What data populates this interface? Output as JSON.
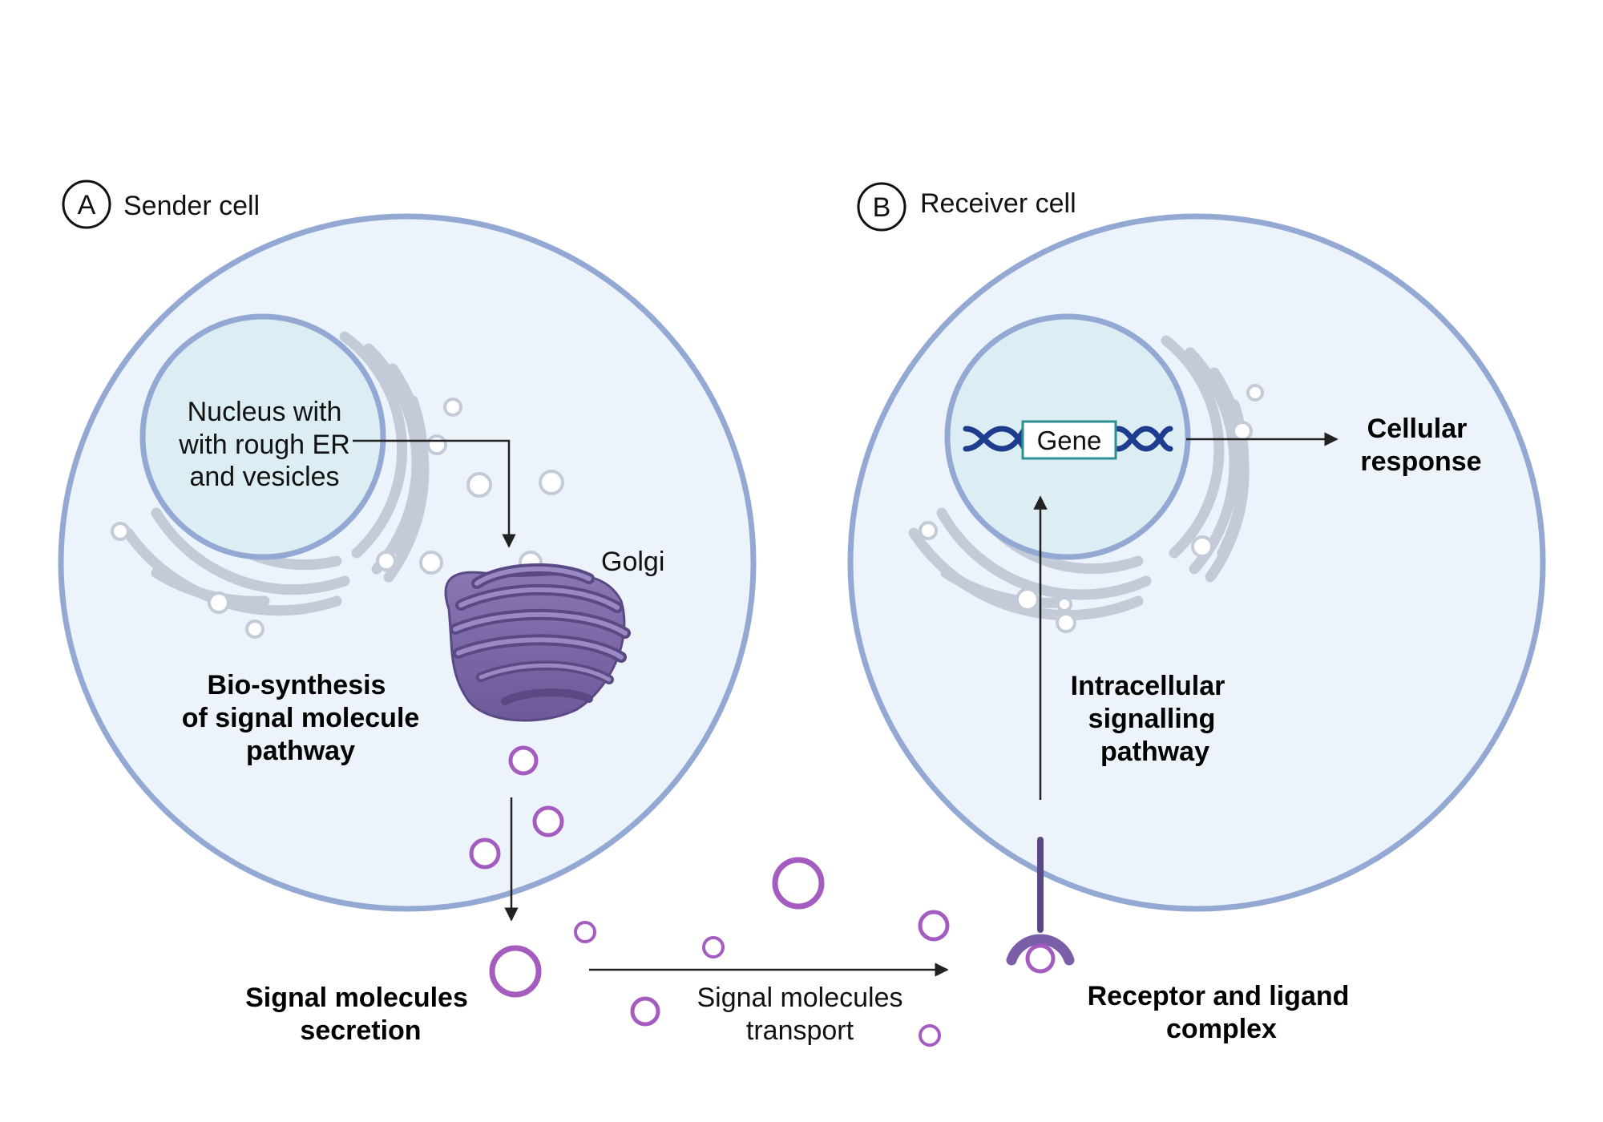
{
  "panel_a": {
    "letter": "A",
    "title": "Sender cell"
  },
  "panel_b": {
    "letter": "B",
    "title": "Receiver cell"
  },
  "labels": {
    "nucleus_line1": "Nucleus with",
    "nucleus_line2": "with rough ER",
    "nucleus_line3": "and vesicles",
    "golgi": "Golgi",
    "biosynthesis_line1": "Bio-synthesis",
    "biosynthesis_line2": "of signal molecule",
    "biosynthesis_line3": "pathway",
    "secretion_line1": "Signal molecules",
    "secretion_line2": "secretion",
    "transport_line1": "Signal molecules",
    "transport_line2": "transport",
    "receptor_line1": "Receptor and ligand",
    "receptor_line2": "complex",
    "intracellular_line1": "Intracellular",
    "intracellular_line2": "signalling",
    "intracellular_line3": "pathway",
    "gene": "Gene",
    "response_line1": "Cellular",
    "response_line2": "response"
  },
  "colors": {
    "cell_fill": "#edf3fb",
    "cell_border": "#93a8d3",
    "nucleus_fill": "#dceef3",
    "er_stroke": "#c3cbd8",
    "golgi_fill": "#7f6aa6",
    "golgi_dark": "#5b4985",
    "vesicle": "#a45cc0",
    "dna": "#1e3d8f",
    "gene_box": "#2d8f92",
    "arrow": "#222222"
  }
}
